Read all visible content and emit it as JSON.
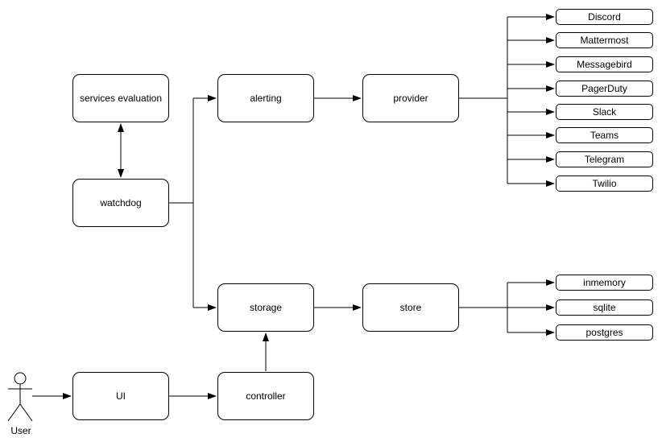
{
  "diagram": {
    "background_color": "#ffffff",
    "stroke_color": "#000000",
    "text_color": "#000000",
    "nodes": {
      "services_evaluation": "services evaluation",
      "watchdog": "watchdog",
      "alerting": "alerting",
      "provider": "provider",
      "storage": "storage",
      "store": "store",
      "ui": "UI",
      "controller": "controller"
    },
    "provider_targets": [
      "Discord",
      "Mattermost",
      "Messagebird",
      "PagerDuty",
      "Slack",
      "Teams",
      "Telegram",
      "Twilio"
    ],
    "store_targets": [
      "inmemory",
      "sqlite",
      "postgres"
    ],
    "actor_label": "User"
  }
}
